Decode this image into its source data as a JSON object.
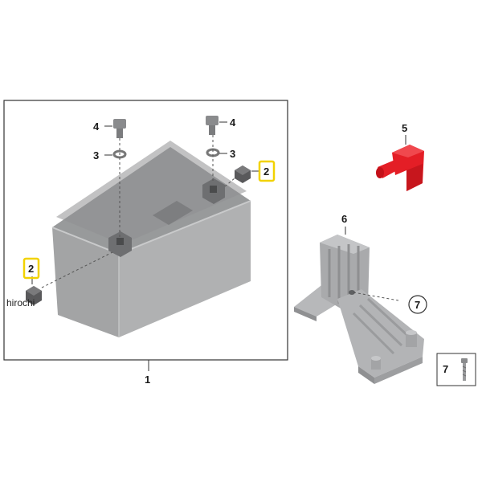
{
  "watermark": "hirochi",
  "colors": {
    "battery_body": "#a9aaab",
    "battery_top": "#9a9b9c",
    "terminal": "#6e6f71",
    "red_cap": "#e41e26",
    "holder": "#b3b4b6",
    "highlight_box": "#f2d200",
    "frame_line": "#333333"
  },
  "callouts": {
    "p1": "1",
    "p2a": "2",
    "p2b": "2",
    "p3a": "3",
    "p3b": "3",
    "p4a": "4",
    "p4b": "4",
    "p5": "5",
    "p6": "6",
    "p7a": "7",
    "p7b": "7"
  },
  "icons": {
    "screw_legend": "screw-icon",
    "battery": "battery-icon",
    "cap": "terminal-cover-icon",
    "holder": "battery-holder-icon"
  }
}
